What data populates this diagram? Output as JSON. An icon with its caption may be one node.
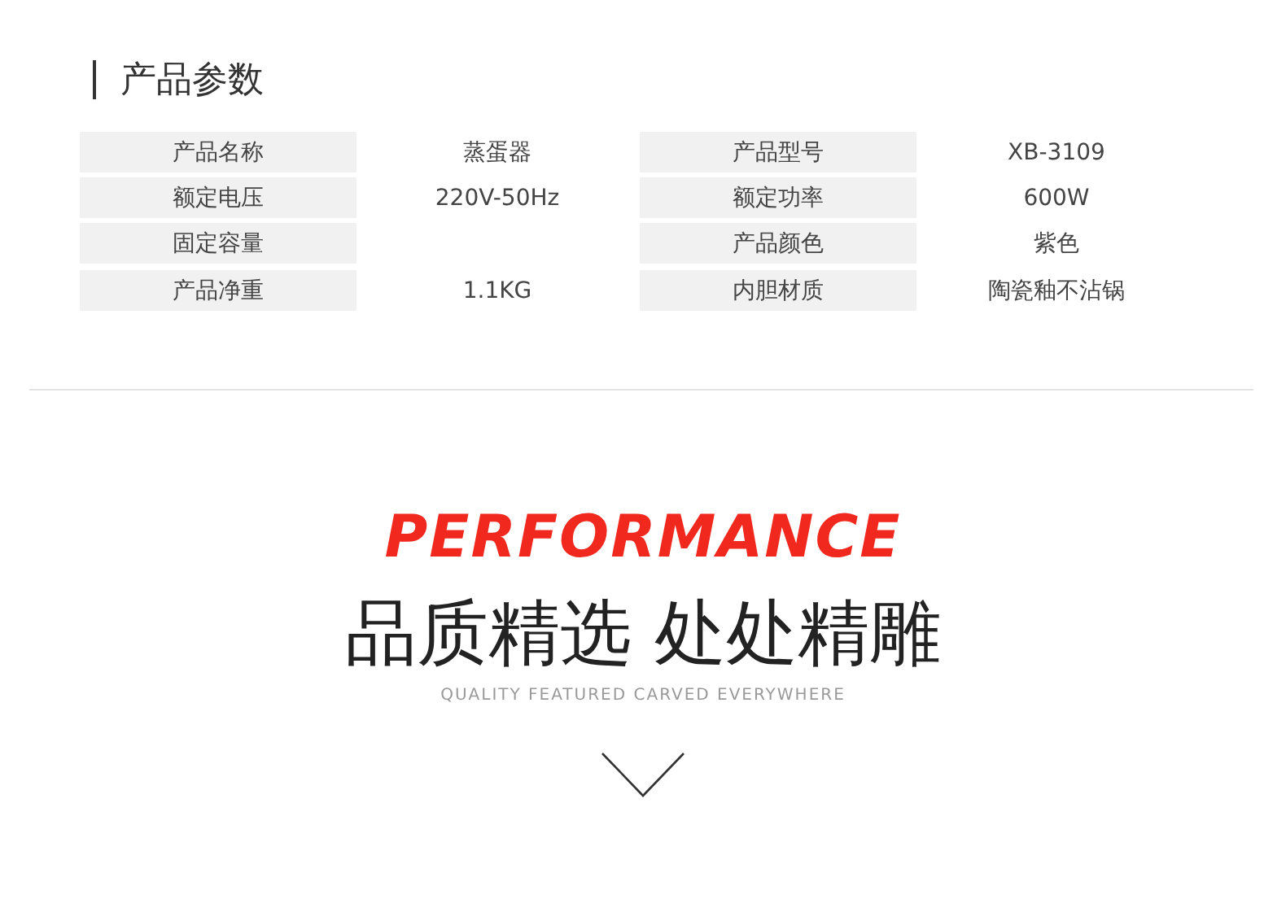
{
  "diagram": {
    "title": "产品参数",
    "labels": [
      "产品名称",
      "蒸蛋器",
      "产品型号",
      "XB-3109",
      "额定电压",
      "220V-50Hz",
      "额定功率",
      "600W",
      "固定容量",
      "产品颜色",
      "紫色",
      "产品净重",
      "1.1KG",
      "内胆材质",
      "陶瓷釉不沾锅",
      "PERFORMANCE",
      "品质精选 处处精雕",
      "QUALITY FEATURED CARVED EVERYWHERE"
    ]
  }
}
